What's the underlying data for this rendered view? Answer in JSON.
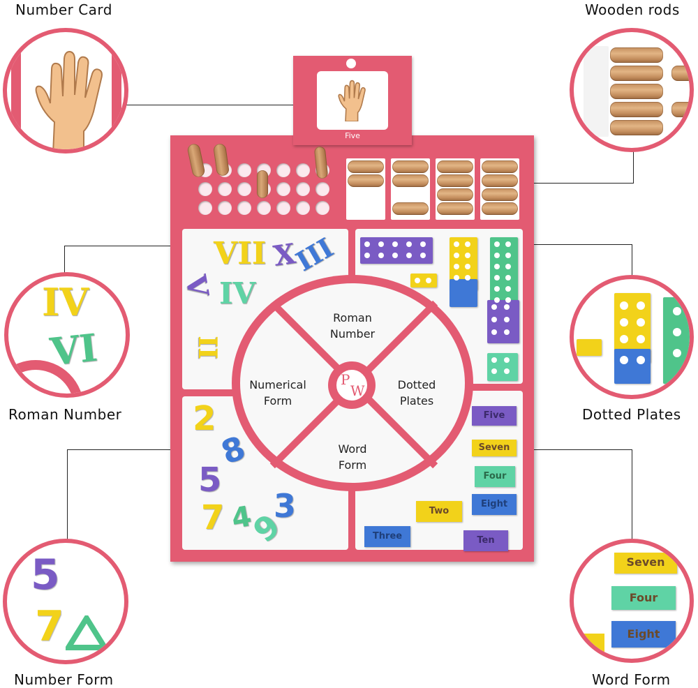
{
  "labels": {
    "number_card": "Number Card",
    "wooden_rods": "Wooden rods",
    "roman_number": "Roman Number",
    "dotted_plates": "Dotted Plates",
    "number_form": "Number Form",
    "word_form": "Word Form"
  },
  "card": {
    "word": "Five"
  },
  "wheel": {
    "top": "Roman\nNumber",
    "left": "Numerical\nForm",
    "right": "Dotted\nPlates",
    "bottom": "Word\nForm",
    "logo_p": "P",
    "logo_w": "W"
  },
  "roman_pieces": {
    "vii": "VII",
    "x": "X",
    "iii": "III",
    "v": "V",
    "iv": "IV",
    "ii": "II"
  },
  "numbers": {
    "n2": "2",
    "n8": "8",
    "n5": "5",
    "n3": "3",
    "n7": "7",
    "n4": "4",
    "n9": "9"
  },
  "word_tiles": {
    "five": "Five",
    "seven": "Seven",
    "four": "Four",
    "eight": "Eight",
    "two": "Two",
    "three": "Three",
    "ten": "Ten"
  },
  "zoom": {
    "roman_iv": "IV",
    "roman_vi": "VI",
    "num5": "5",
    "num7": "7",
    "seven": "Seven",
    "four": "Four",
    "eight": "Eight"
  },
  "colors": {
    "board": "#e35b72",
    "yellow": "#f2d21a",
    "purple": "#7a5bc4",
    "green": "#4fc48a",
    "blue": "#3f78d6",
    "mint": "#5fd3a5"
  }
}
